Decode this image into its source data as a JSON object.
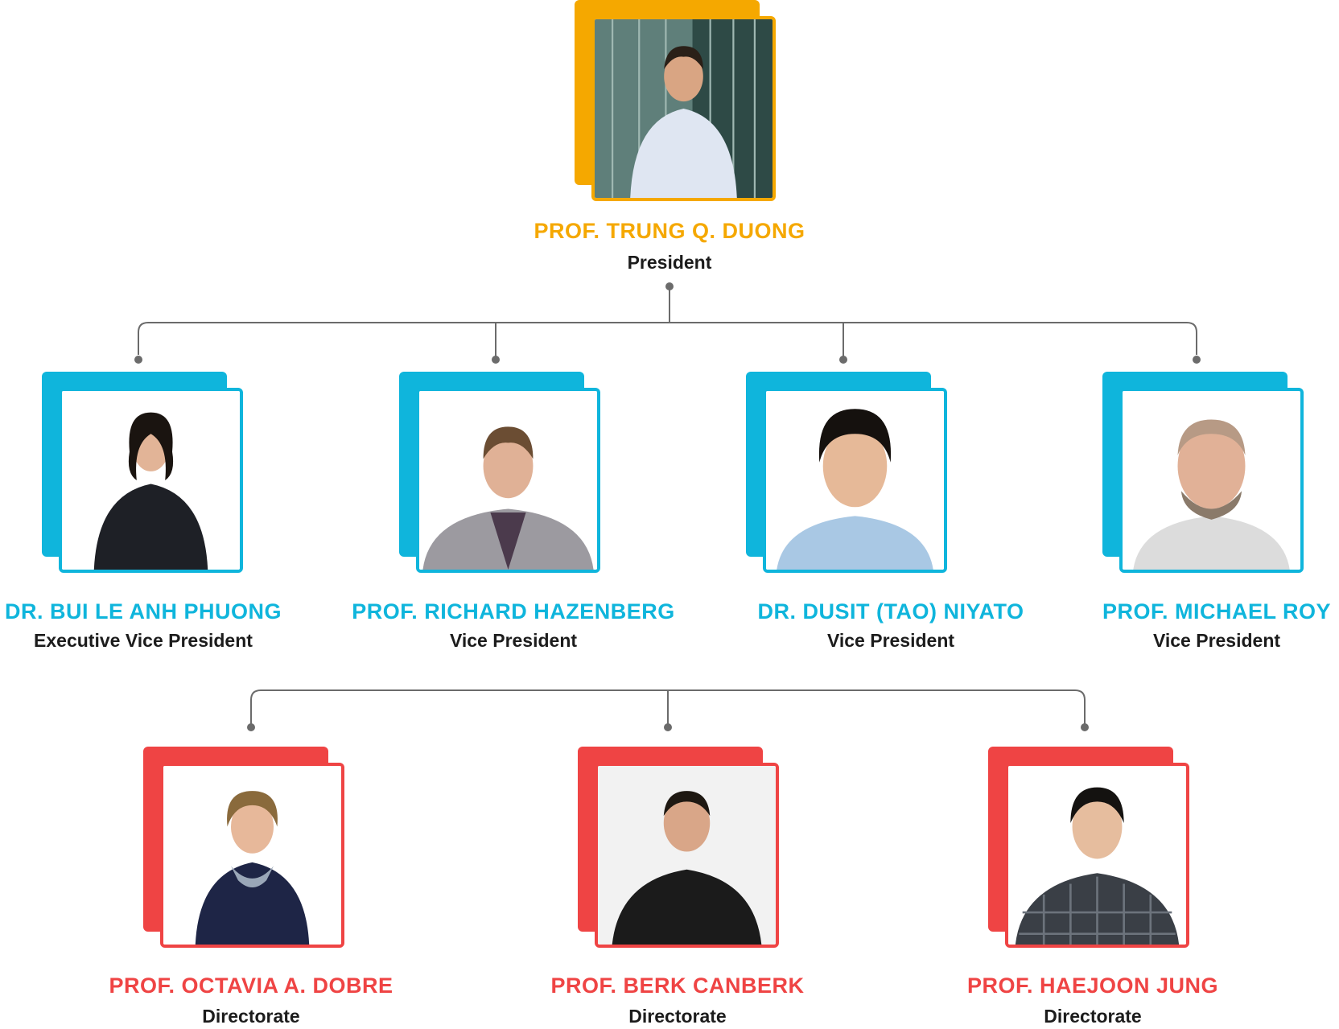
{
  "colors": {
    "president": "#f5a800",
    "vice": "#0fb5dc",
    "directorate": "#ef4444",
    "connector": "#6b6b6b",
    "role_text": "#1c1c1c"
  },
  "president": {
    "name": "PROF. TRUNG Q. DUONG",
    "role": "President"
  },
  "vice_presidents": [
    {
      "name": "DR. BUI LE ANH PHUONG",
      "role": "Executive Vice President"
    },
    {
      "name": "PROF. RICHARD HAZENBERG",
      "role": "Vice President"
    },
    {
      "name": "DR. DUSIT (TAO) NIYATO",
      "role": "Vice President"
    },
    {
      "name": "PROF. MICHAEL ROY",
      "role": "Vice President"
    }
  ],
  "directorate": [
    {
      "name": "PROF. OCTAVIA A. DOBRE",
      "role": "Directorate"
    },
    {
      "name": "PROF. BERK CANBERK",
      "role": "Directorate"
    },
    {
      "name": "PROF. HAEJOON JUNG",
      "role": "Directorate"
    }
  ],
  "icons": {
    "portrait": "person-portrait-icon"
  }
}
